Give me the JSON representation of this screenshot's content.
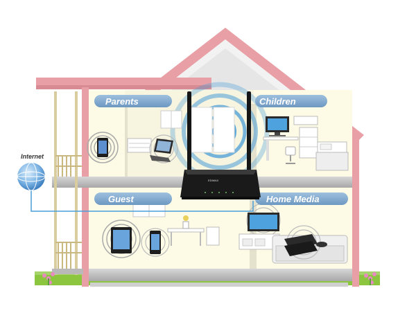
{
  "rooms": {
    "parents": "Parents",
    "children": "Children",
    "guest": "Guest",
    "home_media": "Home Media"
  },
  "internet_label": "Internet",
  "router": {
    "brand": "EDIMAX",
    "icon": "wireless-router-icon"
  },
  "devices": [
    {
      "room": "Parents",
      "icons": [
        "smartphone-icon",
        "laptop-icon",
        "dresser-icon"
      ]
    },
    {
      "room": "Children",
      "icons": [
        "desktop-monitor-icon",
        "desk-chair-icon",
        "bed-icon",
        "bookshelf-icon"
      ]
    },
    {
      "room": "Guest",
      "icons": [
        "tablet-icon",
        "smartphone-icon",
        "table-icon",
        "window-icon"
      ]
    },
    {
      "room": "Home Media",
      "icons": [
        "tv-icon",
        "game-console-icon",
        "tv-stand-icon",
        "sofa-icon"
      ]
    }
  ],
  "colors": {
    "roof": "#e8a0a6",
    "label_bar": "#7aa3c9",
    "wifi_rings": "#4a9ed8",
    "floor_slab": "#b8b8b8",
    "interior": "#fdfbe6",
    "grass": "#8cc63f",
    "router": "#1a1a1a"
  }
}
